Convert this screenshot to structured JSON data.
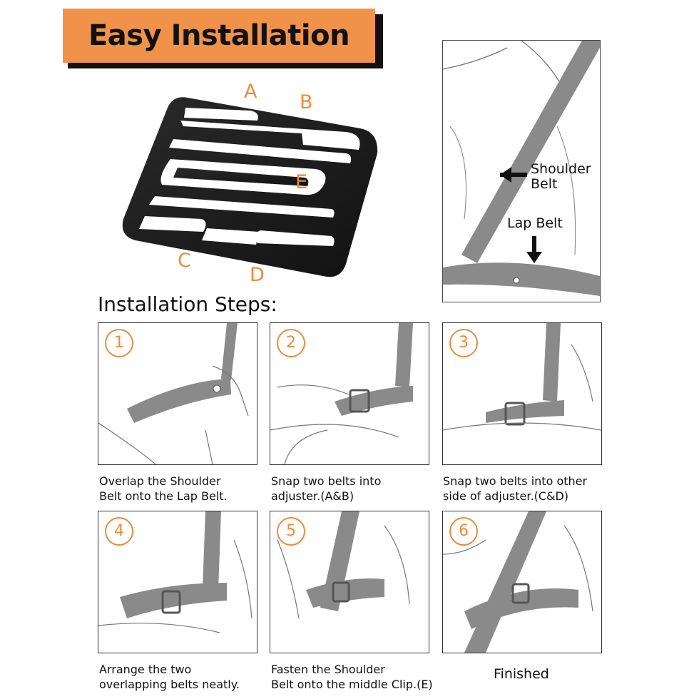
{
  "banner": {
    "title": "Easy Installation"
  },
  "clip": {
    "letters": {
      "a": "A",
      "b": "B",
      "c": "C",
      "d": "D",
      "e": "E"
    }
  },
  "belt_diagram": {
    "shoulder_label_line1": "Shoulder",
    "shoulder_label_line2": "Belt",
    "lap_label": "Lap Belt"
  },
  "steps_heading": "Installation Steps:",
  "steps": [
    {
      "number": "1",
      "caption_line1": "Overlap the Shoulder",
      "caption_line2": "Belt onto the Lap Belt."
    },
    {
      "number": "2",
      "caption_line1": "Snap two belts into",
      "caption_line2": "adjuster.(A&B)"
    },
    {
      "number": "3",
      "caption_line1": "Snap two belts into other",
      "caption_line2": "side of adjuster.(C&D)"
    },
    {
      "number": "4",
      "caption_line1": "Arrange the two",
      "caption_line2": "overlapping belts neatly."
    },
    {
      "number": "5",
      "caption_line1": "Fasten the Shoulder",
      "caption_line2": "Belt onto the middle Clip.(E)"
    },
    {
      "number": "6",
      "caption_line1": "Finished",
      "caption_line2": ""
    }
  ],
  "colors": {
    "accent_orange": "#f0924a",
    "belt_gray": "#8a8a8a",
    "clip_black": "#1b1b1b",
    "line_art": "#555555"
  }
}
